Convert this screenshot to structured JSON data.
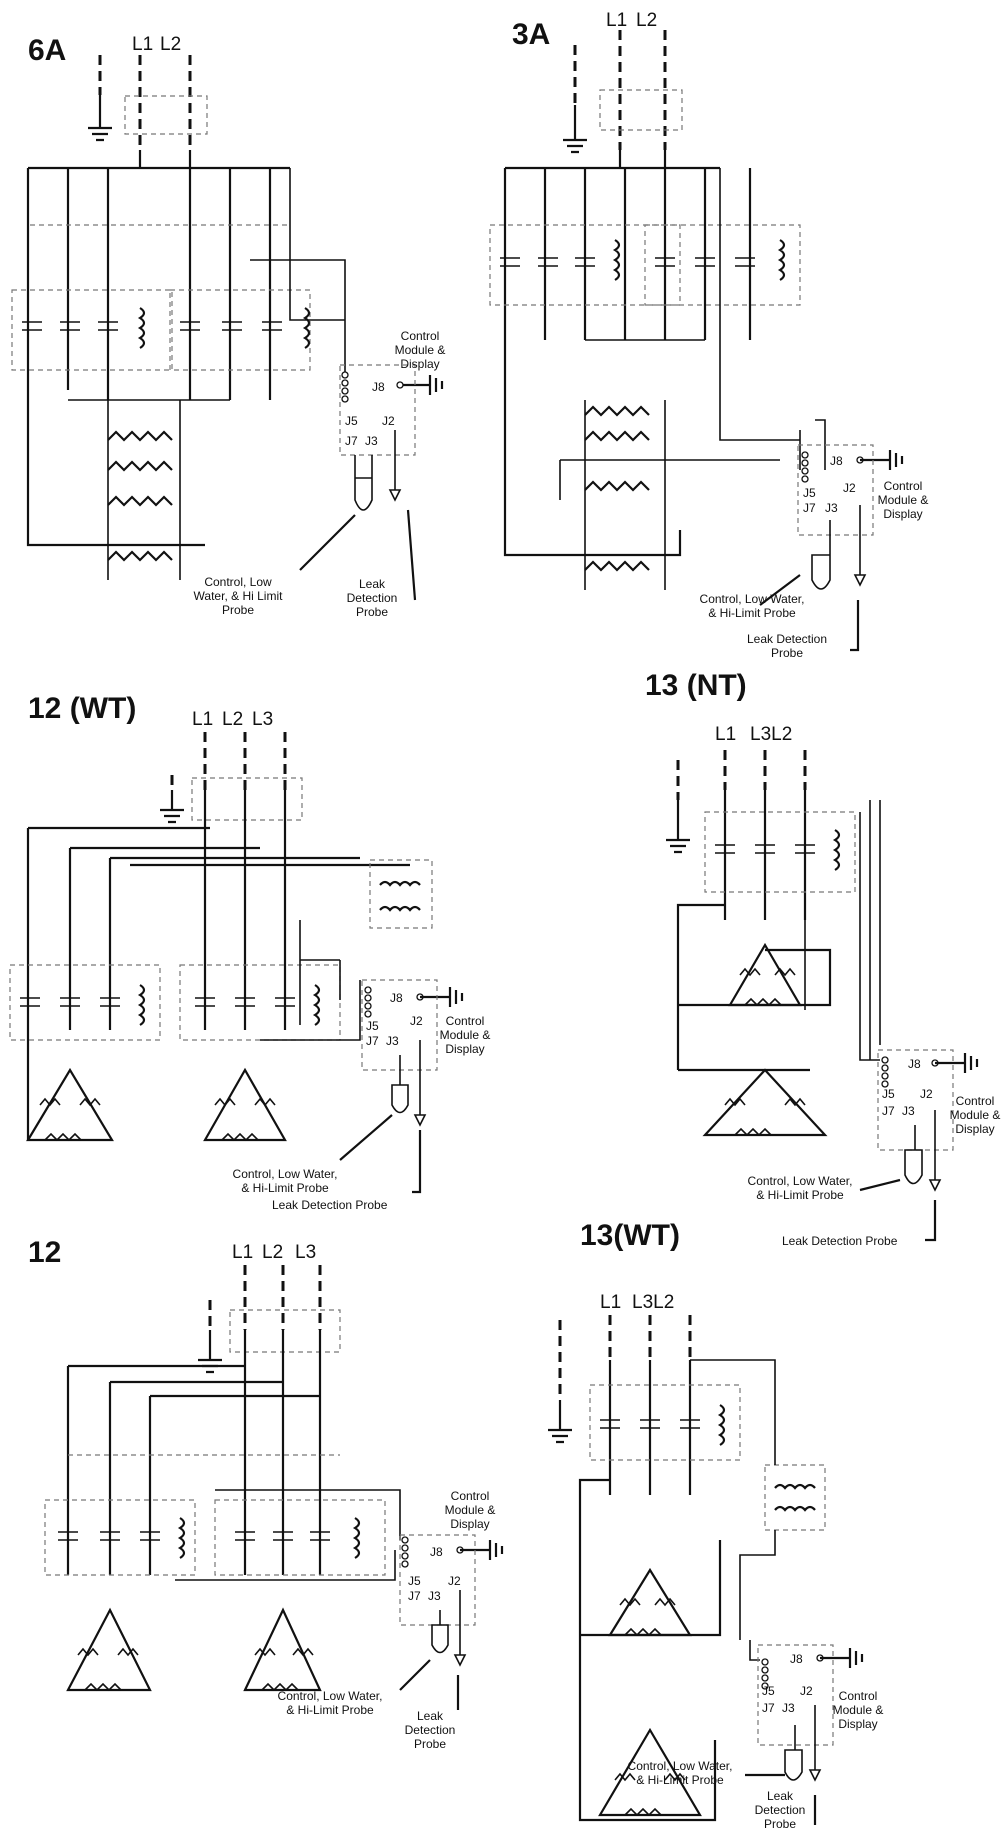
{
  "diagrams": [
    {
      "title": "6A",
      "lines": [
        "L1",
        "L2"
      ],
      "jacks": [
        "J8",
        "J5",
        "J2",
        "J7",
        "J3"
      ],
      "module": "Control\nModule &\nDisplay",
      "probe": "Control, Low\nWater, & Hi Limit\nProbe",
      "leak": "Leak\nDetection\nProbe"
    },
    {
      "title": "3A",
      "lines": [
        "L1",
        "L2"
      ],
      "jacks": [
        "J8",
        "J2",
        "J5",
        "J7",
        "J3"
      ],
      "module": "Control\nModule &\nDisplay",
      "probe": "Control, Low Water,\n& Hi-Limit Probe",
      "leak": "Leak Detection\nProbe"
    },
    {
      "title": "12 (WT)",
      "lines": [
        "L1",
        "L2",
        "L3"
      ],
      "jacks": [
        "J8",
        "J2",
        "J5",
        "J7",
        "J3"
      ],
      "module": "Control\nModule &\nDisplay",
      "probe": "Control, Low Water,\n& Hi-Limit Probe",
      "leak": "Leak Detection Probe"
    },
    {
      "title": "13 (NT)",
      "lines": [
        "L1",
        "L3L2"
      ],
      "jacks": [
        "J8",
        "J5",
        "J2",
        "J7",
        "J3"
      ],
      "module": "Control\nModule &\nDisplay",
      "probe": "Control, Low Water,\n& Hi-Limit Probe",
      "leak": "Leak Detection Probe"
    },
    {
      "title": "12",
      "lines": [
        "L1",
        "L2",
        "L3"
      ],
      "jacks": [
        "J8",
        "J5",
        "J2",
        "J7",
        "J3"
      ],
      "module": "Control\nModule &\nDisplay",
      "probe": "Control, Low Water,\n& Hi-Limit Probe",
      "leak": "Leak\nDetection\nProbe"
    },
    {
      "title": "13(WT)",
      "lines": [
        "L1",
        "L3L2"
      ],
      "jacks": [
        "J8",
        "J5",
        "J2",
        "J7",
        "J3"
      ],
      "module": "Control\nModule &\nDisplay",
      "probe": "Control, Low Water,\n& Hi-Limit Probe",
      "leak": "Leak\nDetection\nProbe"
    }
  ]
}
